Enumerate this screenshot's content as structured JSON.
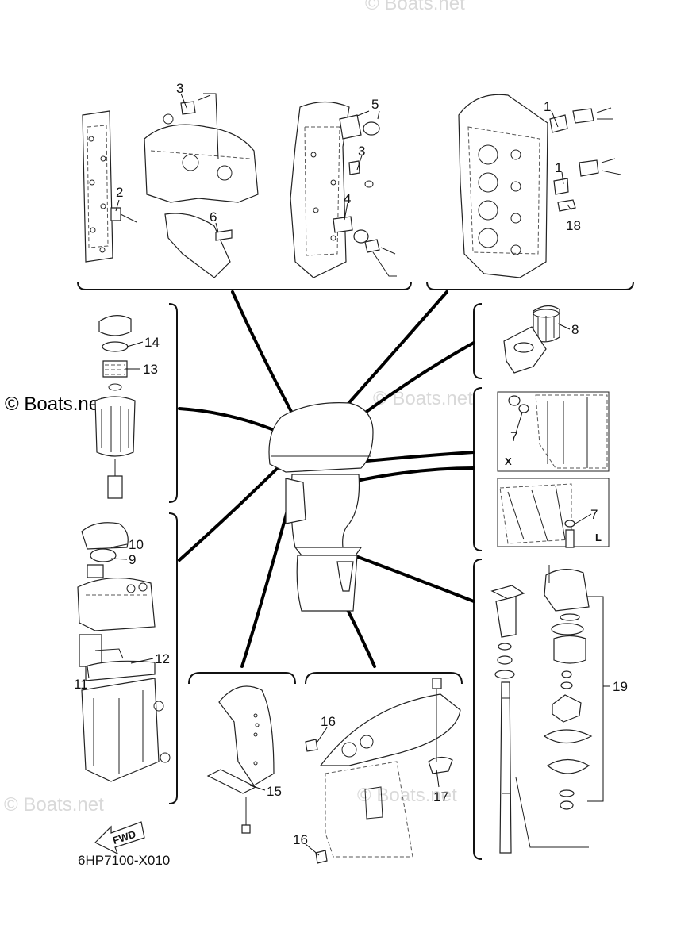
{
  "watermark": "© Boats.net",
  "drawing_code": "6HP7100-X010",
  "fwd_label": "FWD",
  "view_labels": {
    "x": "X",
    "l": "L"
  },
  "callouts": {
    "c1a": "1",
    "c1b": "1",
    "c2": "2",
    "c3a": "3",
    "c3b": "3",
    "c4": "4",
    "c5": "5",
    "c6": "6",
    "c7a": "7",
    "c7b": "7",
    "c8": "8",
    "c9": "9",
    "c10": "10",
    "c11": "11",
    "c12": "12",
    "c13": "13",
    "c14": "14",
    "c15": "15",
    "c16a": "16",
    "c16b": "16",
    "c17": "17",
    "c18": "18",
    "c19": "19"
  }
}
